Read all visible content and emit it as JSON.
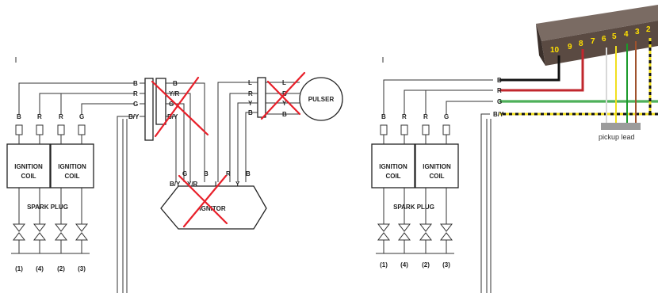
{
  "left": {
    "bus_labels": [
      "B",
      "R",
      "G",
      "B/Y"
    ],
    "coil_label": [
      "IGNITION",
      "COIL"
    ],
    "coil_top_wires": [
      [
        "B",
        "R"
      ],
      [
        "R",
        "G"
      ]
    ],
    "spark_plug": "SPARK PLUG",
    "cyl_numbers": [
      "(1)",
      "(4)",
      "(2)",
      "(3)"
    ],
    "connector1_labels": [
      "B",
      "Y/R",
      "G",
      "B/Y"
    ],
    "connector2_labels": [
      "L",
      "B",
      "Y",
      "B"
    ],
    "connector2_left": [
      "L",
      "R",
      "Y",
      "B"
    ],
    "pulser": "PULSER",
    "ignitor": "IGNITOR",
    "ignitor_pins": [
      "B/Y",
      "G",
      "Y/R",
      "B",
      "L",
      "R",
      "Y",
      "B"
    ]
  },
  "right": {
    "bus_labels": [
      "B",
      "R",
      "G",
      "B/Y"
    ],
    "coil_label": [
      "IGNITION",
      "COIL"
    ],
    "coil_top_wires": [
      [
        "B",
        "R"
      ],
      [
        "R",
        "G"
      ]
    ],
    "spark_plug": "SPARK PLUG",
    "cyl_numbers": [
      "(1)",
      "(4)",
      "(2)",
      "(3)"
    ],
    "pin_numbers": [
      "10",
      "9",
      "8",
      "7",
      "6",
      "5",
      "4",
      "3",
      "2"
    ],
    "pickup_label": "pickup lead"
  },
  "colors": {
    "cross": "#e8202a",
    "pin_text": "#ffe000",
    "wire_black": "#111111",
    "wire_red": "#c0272d",
    "wire_green": "#1a9a2a",
    "wire_yellow": "#f1df1f",
    "connector": "#5a4a42"
  }
}
